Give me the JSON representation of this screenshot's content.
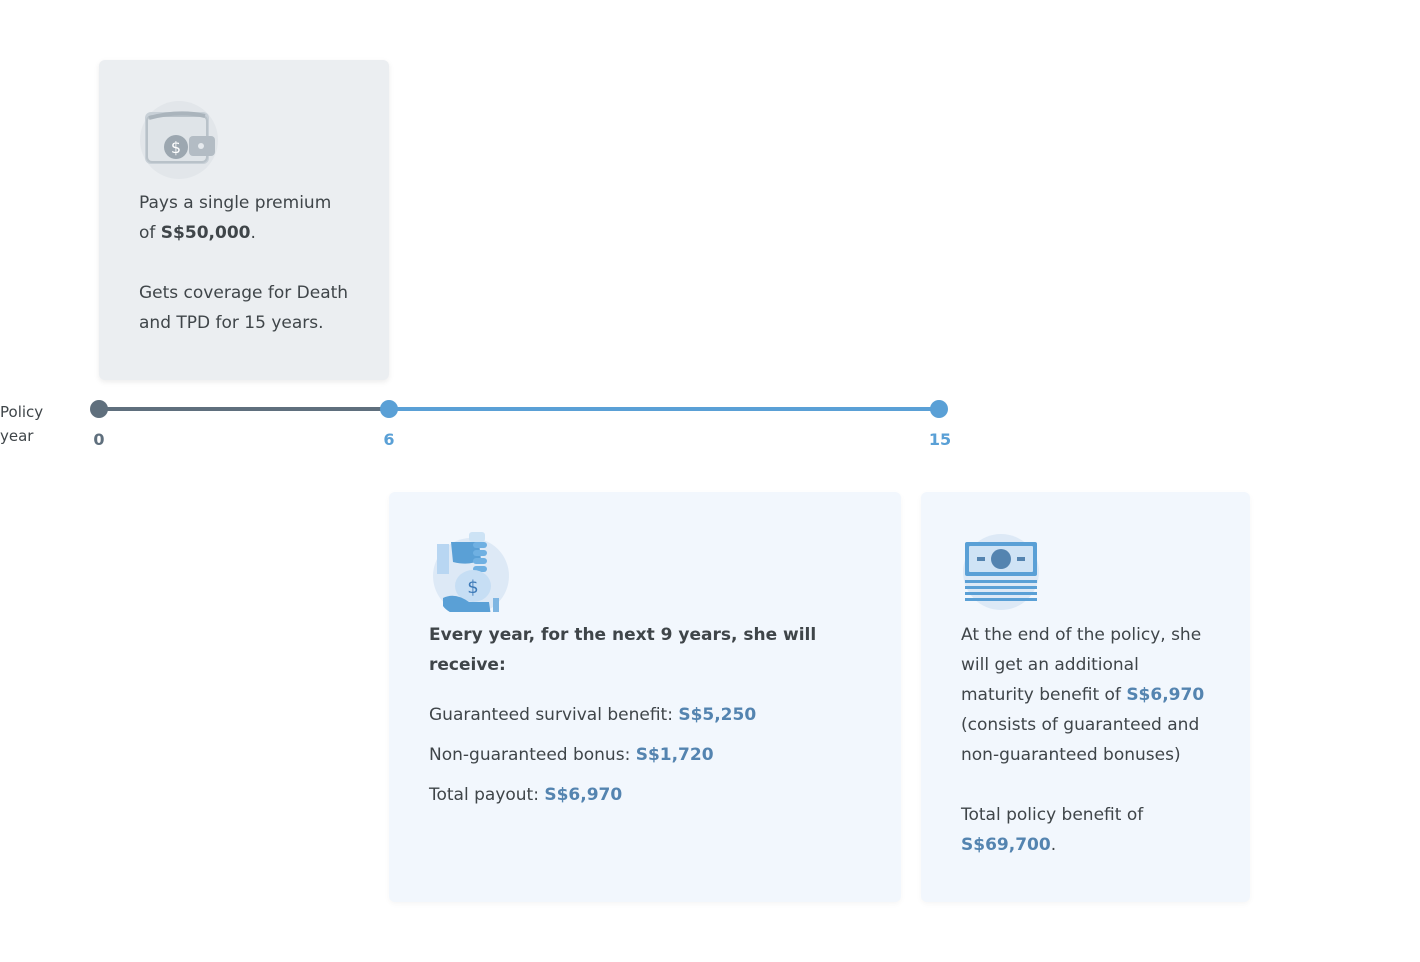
{
  "timeline": {
    "label": "Policy year",
    "ticks": [
      "0",
      "6",
      "15"
    ],
    "colors": {
      "past": "#5f6f7d",
      "future": "#5aa0d6"
    }
  },
  "premium_card": {
    "icon": "wallet-icon",
    "line1_prefix": "Pays a single premium of ",
    "premium_amount": "S$50,000",
    "line1_suffix": ".",
    "line2": "Gets coverage for Death and TPD for 15 years."
  },
  "annual_card": {
    "icon": "money-bag-hand-icon",
    "heading": "Every year, for the next 9 years, she will receive:",
    "items": [
      {
        "label": "Guaranteed survival benefit: ",
        "value": "S$5,250"
      },
      {
        "label": "Non-guaranteed bonus: ",
        "value": "S$1,720"
      },
      {
        "label": "Total payout: ",
        "value": "S$6,970"
      }
    ]
  },
  "maturity_card": {
    "icon": "cash-stack-icon",
    "text_prefix": "At the end of the policy, she will get an additional maturity benefit of ",
    "maturity_amount": "S$6,970",
    "text_suffix": " (consists of guaranteed and non-guaranteed bonuses)",
    "total_prefix": "Total policy benefit of ",
    "total_amount": "S$69,700",
    "total_suffix": "."
  }
}
